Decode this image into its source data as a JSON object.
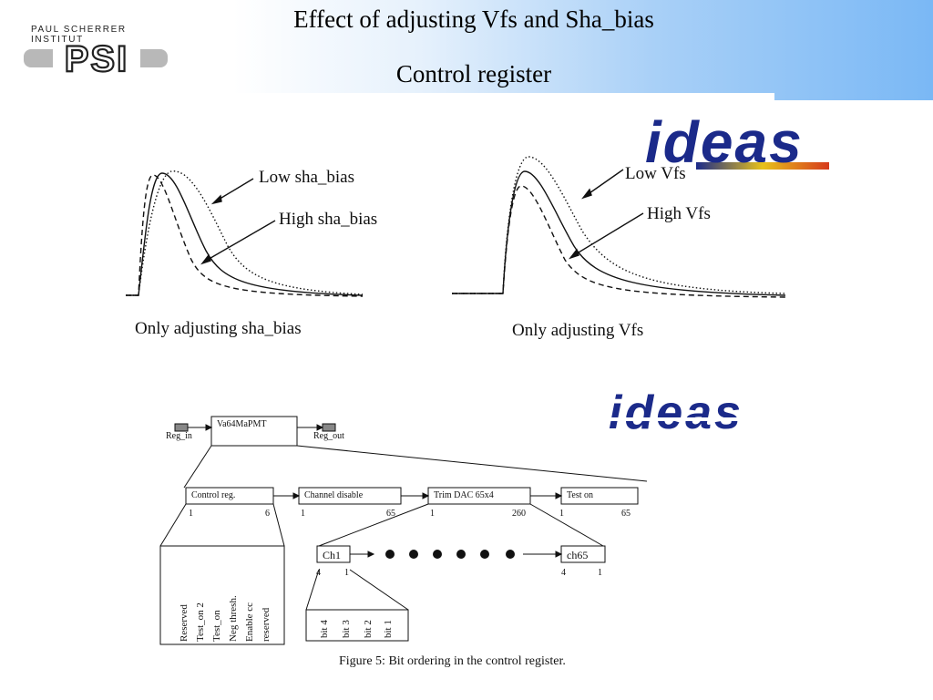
{
  "header": {
    "institute_name": "PAUL SCHERRER INSTITUT",
    "logo_mark": "PSI",
    "title": "Effect of adjusting Vfs and Sha_bias",
    "subtitle": "Control register",
    "ideas_logo_text": "ideas"
  },
  "plots": {
    "left": {
      "caption": "Only adjusting sha_bias",
      "label_low": "Low sha_bias",
      "label_high": "High sha_bias"
    },
    "right": {
      "caption": "Only adjusting Vfs",
      "label_low": "Low Vfs",
      "label_high": "High Vfs"
    }
  },
  "diagram": {
    "top_block": "Va64MaPMT",
    "reg_in": "Reg_in",
    "reg_out": "Reg_out",
    "chain": [
      {
        "label": "Control reg.",
        "start": "1",
        "end": "6"
      },
      {
        "label": "Channel disable",
        "start": "1",
        "end": "65"
      },
      {
        "label": "Trim DAC  65x4",
        "start": "1",
        "end": "260"
      },
      {
        "label": "Test on",
        "start": "1",
        "end": "65"
      }
    ],
    "control_bits": [
      "Reserved",
      "Test_on 2",
      "Test_on",
      "Neg thresh.",
      "Enable cc",
      "reserved"
    ],
    "ch_first": {
      "label": "Ch1",
      "start": "4",
      "end": "1"
    },
    "ch_last": {
      "label": "ch65",
      "start": "4",
      "end": "1"
    },
    "trim_bits": [
      "bit 4",
      "bit 3",
      "bit 2",
      "bit 1"
    ],
    "figure_caption": "Figure 5: Bit ordering in the control register."
  }
}
